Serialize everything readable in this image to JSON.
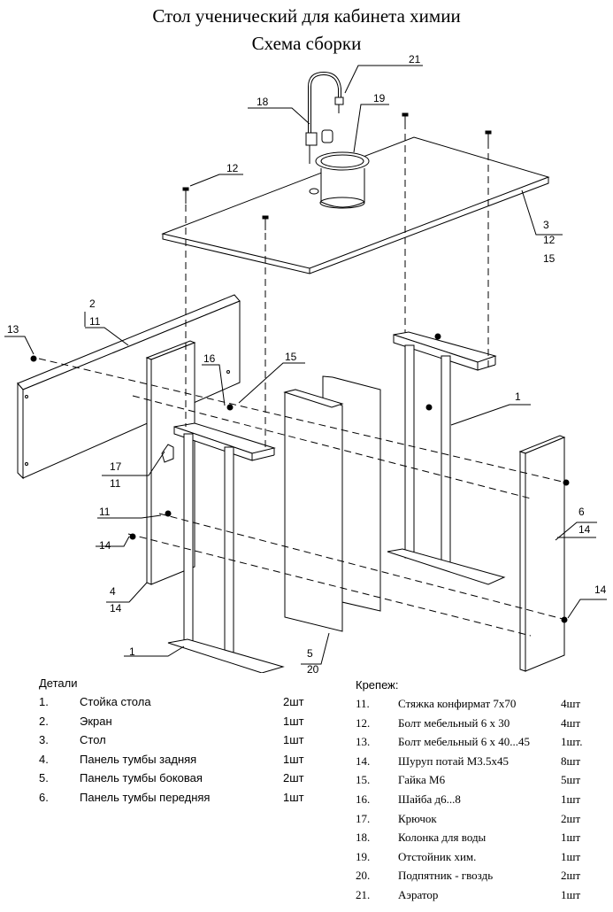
{
  "title": "Стол ученический для кабинета химии",
  "subtitle": "Схема сборки",
  "callouts": [
    {
      "id": "c21",
      "text": "21"
    },
    {
      "id": "c18",
      "text": "18"
    },
    {
      "id": "c19",
      "text": "19"
    },
    {
      "id": "c12",
      "text": "12"
    },
    {
      "id": "c3",
      "text": "3"
    },
    {
      "id": "c3b",
      "text": "12"
    },
    {
      "id": "c3c",
      "text": "15"
    },
    {
      "id": "c2",
      "text": "2"
    },
    {
      "id": "c2b",
      "text": "11"
    },
    {
      "id": "c13",
      "text": "13"
    },
    {
      "id": "c16",
      "text": "16"
    },
    {
      "id": "c15",
      "text": "15"
    },
    {
      "id": "c1a",
      "text": "1"
    },
    {
      "id": "c17",
      "text": "17"
    },
    {
      "id": "c17b",
      "text": "11"
    },
    {
      "id": "c11",
      "text": "11"
    },
    {
      "id": "c14a",
      "text": "14"
    },
    {
      "id": "c4",
      "text": "4"
    },
    {
      "id": "c4b",
      "text": "14"
    },
    {
      "id": "c6",
      "text": "6"
    },
    {
      "id": "c6b",
      "text": "14"
    },
    {
      "id": "c14b",
      "text": "14"
    },
    {
      "id": "c5",
      "text": "5"
    },
    {
      "id": "c5b",
      "text": "20"
    },
    {
      "id": "c1b",
      "text": "1"
    }
  ],
  "parts": {
    "header": "Детали",
    "items": [
      {
        "num": "1.",
        "name": "Стойка стола",
        "qty": "2шт"
      },
      {
        "num": "2.",
        "name": "Экран",
        "qty": "1шт"
      },
      {
        "num": "3.",
        "name": "Стол",
        "qty": "1шт"
      },
      {
        "num": "4.",
        "name": "Панель тумбы задняя",
        "qty": "1шт"
      },
      {
        "num": "5.",
        "name": "Панель тумбы боковая",
        "qty": "2шт"
      },
      {
        "num": "6.",
        "name": "Панель тумбы передняя",
        "qty": "1шт"
      }
    ]
  },
  "fasteners": {
    "header": "Крепеж:",
    "items": [
      {
        "num": "11.",
        "name": "Стяжка конфирмат 7х70",
        "qty": "4шт"
      },
      {
        "num": "12.",
        "name": "Болт мебельный 6 х 30",
        "qty": "4шт"
      },
      {
        "num": "13.",
        "name": "Болт мебельный 6 х 40...45",
        "qty": "1шт."
      },
      {
        "num": "14.",
        "name": "Шуруп потай М3.5х45",
        "qty": "8шт"
      },
      {
        "num": "15.",
        "name": "Гайка М6",
        "qty": "5шт"
      },
      {
        "num": "16.",
        "name": "Шайба д6...8",
        "qty": "1шт"
      },
      {
        "num": "17.",
        "name": "Крючок",
        "qty": "2шт"
      },
      {
        "num": "18.",
        "name": "Колонка для воды",
        "qty": "1шт"
      },
      {
        "num": "19.",
        "name": "Отстойник хим.",
        "qty": "1шт"
      },
      {
        "num": "20.",
        "name": "Подпятник - гвоздь",
        "qty": "2шт"
      },
      {
        "num": "21.",
        "name": "Аэратор",
        "qty": "1шт"
      }
    ]
  }
}
